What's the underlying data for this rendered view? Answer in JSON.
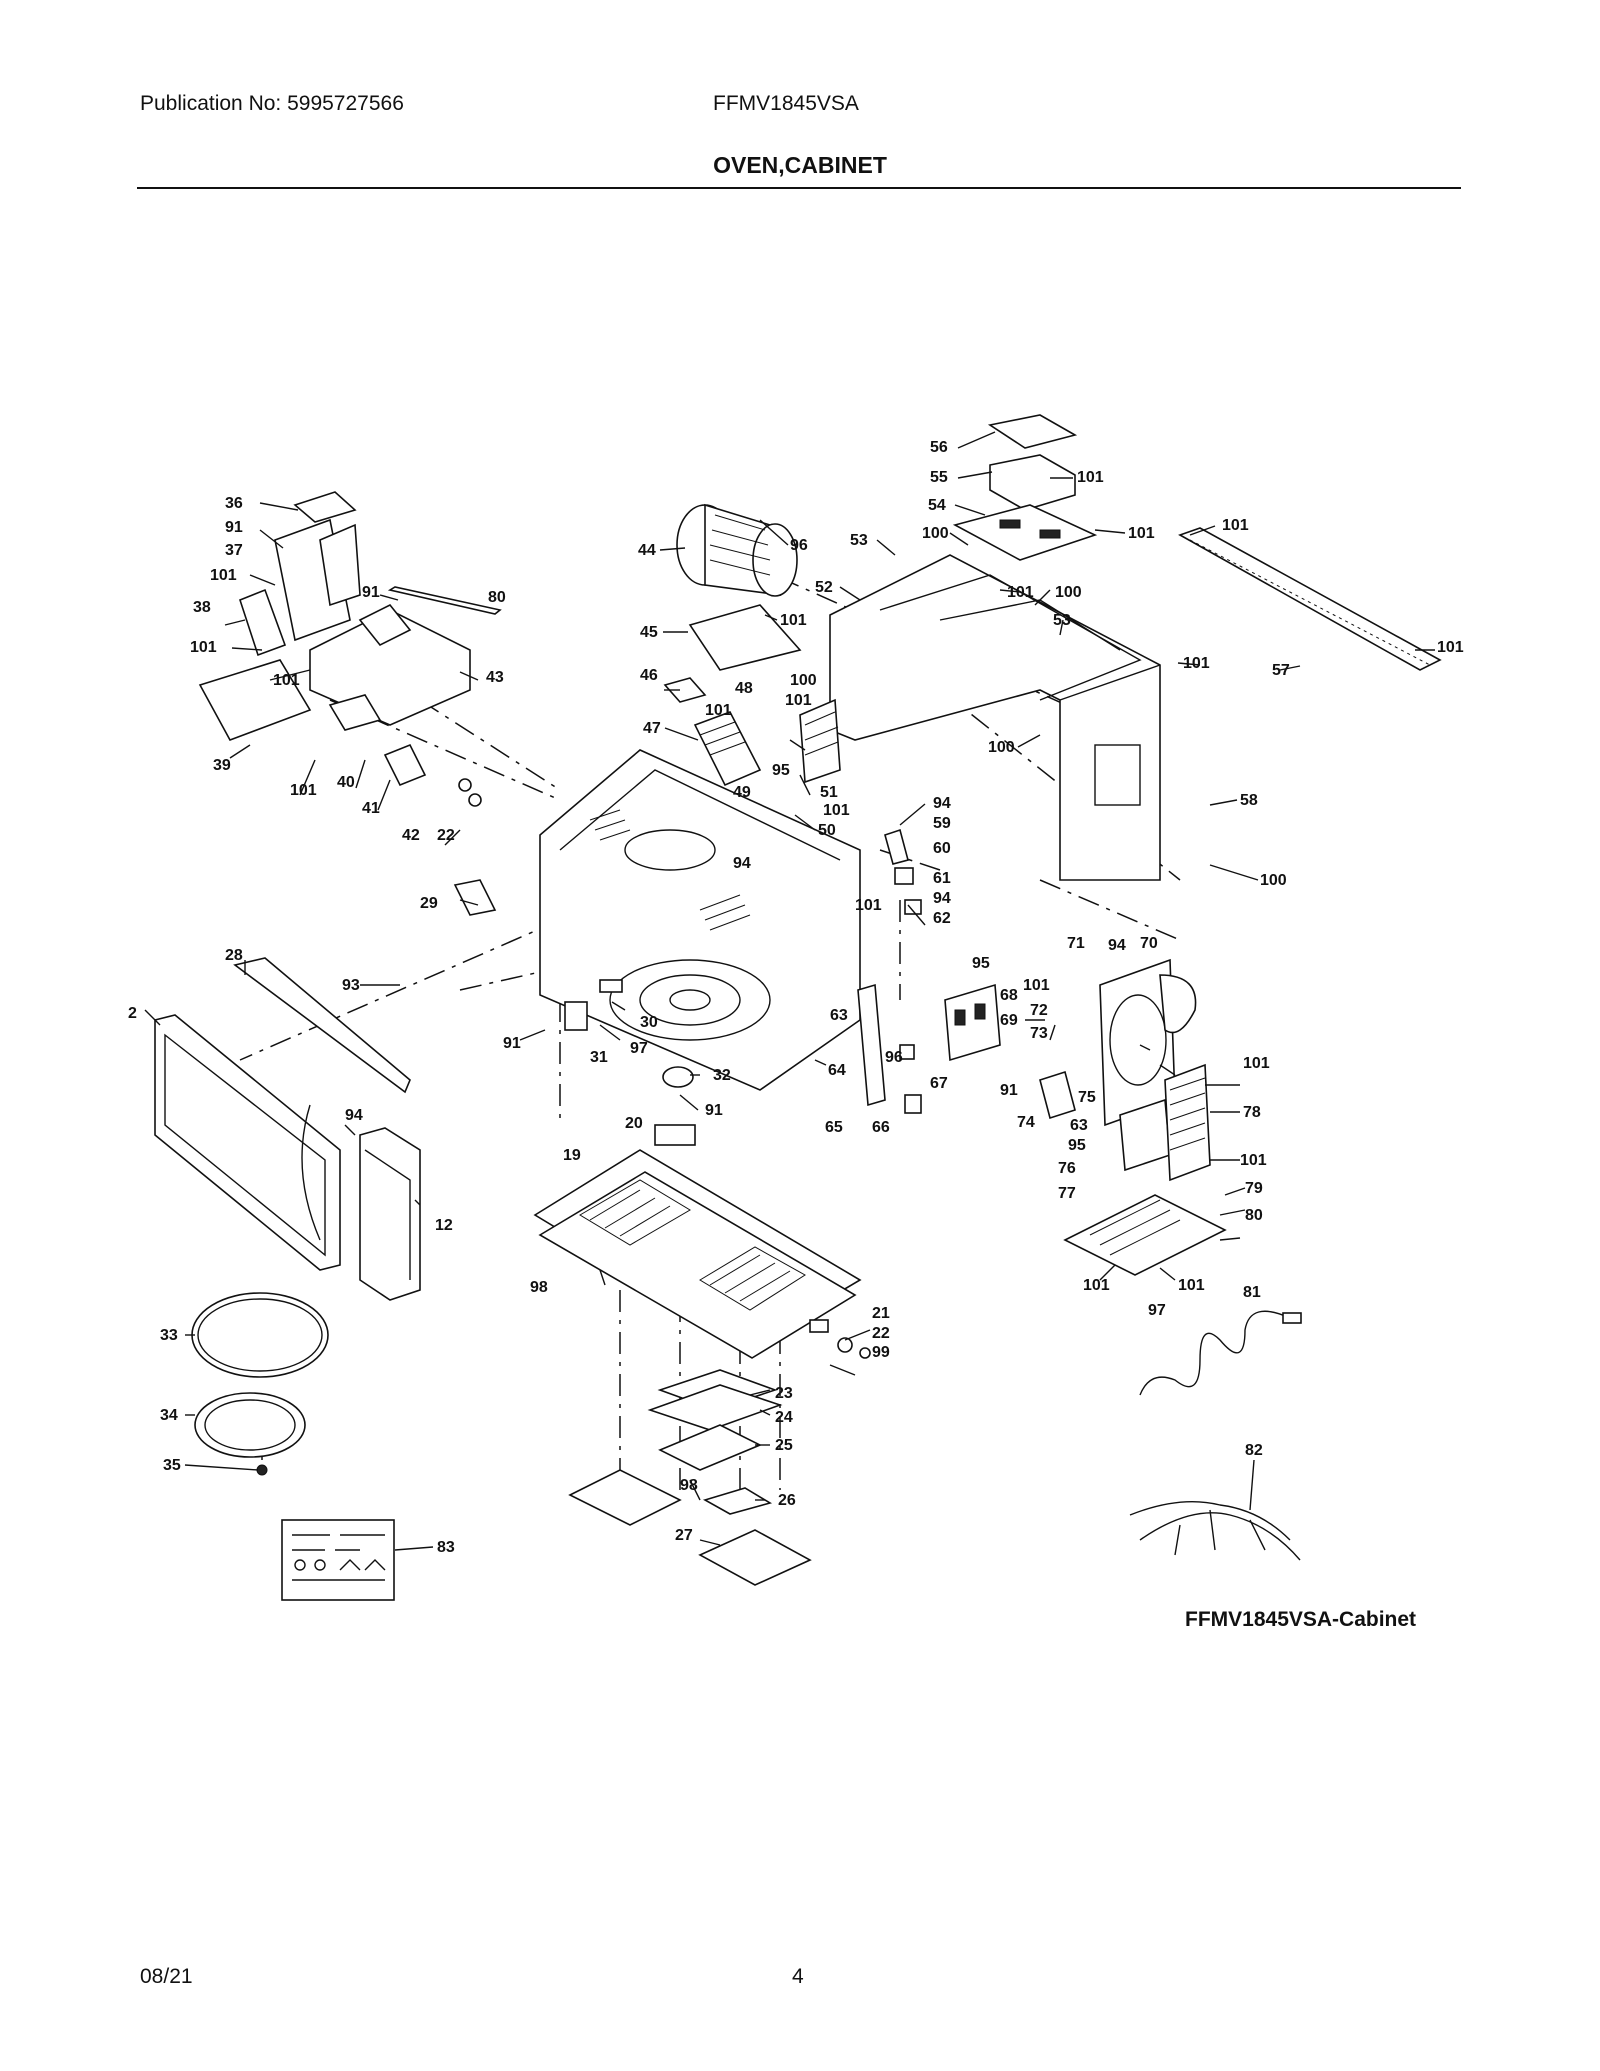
{
  "header": {
    "publication": "Publication No: 5995727566",
    "model": "FFMV1845VSA",
    "section_title": "OVEN,CABINET"
  },
  "caption": "FFMV1845VSA-Cabinet",
  "footer": {
    "date": "08/21",
    "page": "4"
  },
  "callouts": {
    "c56": "56",
    "c55": "55",
    "c101a": "101",
    "c54": "54",
    "c100a": "100",
    "c101b": "101",
    "c101c": "101",
    "c53a": "53",
    "c52": "52",
    "c101d": "101",
    "c100b": "100",
    "c53b": "53",
    "c101e": "101",
    "c57": "57",
    "c101f": "101",
    "c100c": "100",
    "c58": "58",
    "c100d": "100",
    "c44": "44",
    "c96a": "96",
    "c45": "45",
    "c101g": "101",
    "c46": "46",
    "c100e": "100",
    "c101h": "101",
    "c48": "48",
    "c101i": "101",
    "c47": "47",
    "c95a": "95",
    "c49": "49",
    "c51": "51",
    "c101j": "101",
    "c50": "50",
    "c94a": "94",
    "c59": "59",
    "c60": "60",
    "c61": "61",
    "c94b": "94",
    "c62": "62",
    "c94c": "94",
    "c101k": "101",
    "c36": "36",
    "c91a": "91",
    "c37": "37",
    "c101l": "101",
    "c91b": "91",
    "c38": "38",
    "c80a": "80",
    "c101m": "101",
    "c43": "43",
    "c101n": "101",
    "c39": "39",
    "c101o": "101",
    "c40": "40",
    "c41": "41",
    "c42": "42",
    "c22a": "22",
    "c29": "29",
    "c28": "28",
    "c93": "93",
    "c2": "2",
    "c91c": "91",
    "c31": "31",
    "c30": "30",
    "c97a": "97",
    "c32": "32",
    "c91d": "91",
    "c63a": "63",
    "c94d": "94",
    "c12": "12",
    "c95b": "95",
    "c68": "68",
    "c69": "69",
    "c71": "71",
    "c94e": "94",
    "c70": "70",
    "c101p": "101",
    "c72": "72",
    "c73": "73",
    "c96b": "96",
    "c64": "64",
    "c67": "67",
    "c91e": "91",
    "c65": "65",
    "c66": "66",
    "c74": "74",
    "c75": "75",
    "c101q": "101",
    "c78": "78",
    "c63b": "63",
    "c95c": "95",
    "c101r": "101",
    "c76": "76",
    "c79": "79",
    "c77": "77",
    "c80b": "80",
    "c101s": "101",
    "c97b": "97",
    "c101t": "101",
    "c81": "81",
    "c20": "20",
    "c19": "19",
    "c98a": "98",
    "c21": "21",
    "c22b": "22",
    "c99": "99",
    "c23": "23",
    "c24": "24",
    "c25": "25",
    "c98b": "98",
    "c26": "26",
    "c27": "27",
    "c82": "82",
    "c83": "83",
    "c33": "33",
    "c34": "34",
    "c35": "35"
  }
}
